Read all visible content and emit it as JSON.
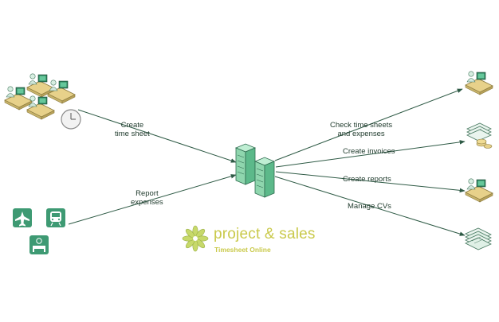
{
  "edges": {
    "create_time_sheet": "Create\ntime sheet",
    "report_expenses": "Report\nexpenses",
    "check_time_sheets": "Check time sheets\nand expenses",
    "create_invoices": "Create invoices",
    "create_reports": "Create reports",
    "manage_cvs": "Manage CVs"
  },
  "brand": {
    "name": "project & sales",
    "subtitle": "Timesheet Online"
  },
  "icons": {
    "airplane": "airplane-icon",
    "train": "train-icon",
    "hotel": "hotel-icon",
    "clock": "clock-icon",
    "server": "server-icon",
    "flower_logo": "flower-logo-icon"
  },
  "colors": {
    "line": "#2e5a45",
    "icon_green": "#3e9a73",
    "desk": "#e7d18a",
    "person": "#cfe6da",
    "server": "#8fd6ae",
    "brand": "#c9c94a",
    "logo": "#c7d96a"
  }
}
